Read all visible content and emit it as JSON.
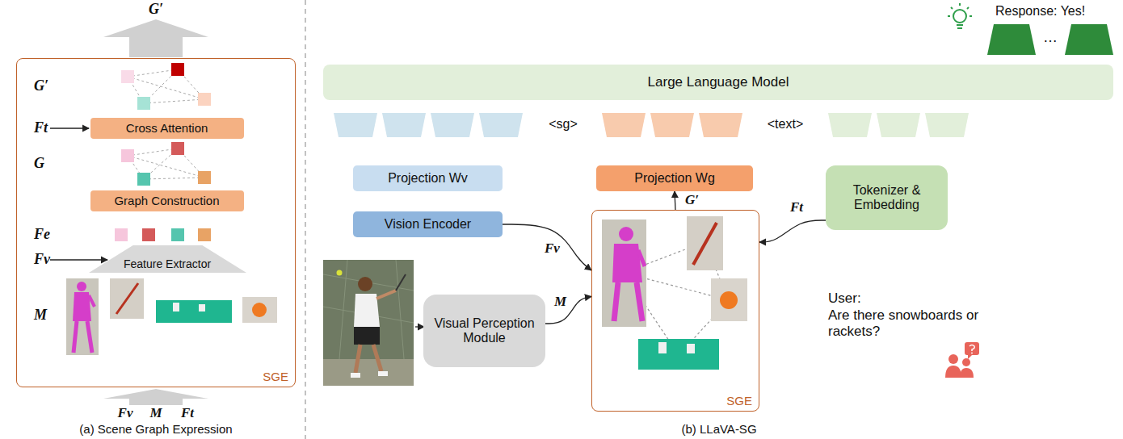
{
  "diagram": {
    "nodes": [
      {
        "text": [
          "SGE"
        ]
      },
      {
        "text": [
          "Cross Attention"
        ],
        "in": 0
      },
      {
        "text": [
          "Graph Construction"
        ],
        "in": 0
      },
      {
        "text": [
          "Feature Extractor"
        ],
        "in": 0
      },
      {
        "text": [
          "Large Language Model"
        ]
      },
      {
        "text": [
          "Projection Wv"
        ]
      },
      {
        "text": [
          "Vision Encoder"
        ]
      },
      {
        "text": [
          "Projection Wg"
        ]
      },
      {
        "text": [
          "Tokenizer & Embedding"
        ]
      },
      {
        "text": [
          "Visual Perception Module"
        ]
      },
      {
        "text": [
          "SGE"
        ]
      }
    ],
    "edges": [
      {
        "from": 6,
        "to": 10,
        "label": "Fv",
        "arrow": "to"
      },
      {
        "from": 9,
        "to": 10,
        "label": "M",
        "arrow": "to"
      },
      {
        "from": 8,
        "to": 10,
        "label": "Ft",
        "arrow": "to"
      },
      {
        "from": 10,
        "to": 7,
        "label": "G′",
        "arrow": "to"
      }
    ],
    "labels": [
      "G′",
      "G′",
      "Ft",
      "G",
      "Fe",
      "Fv",
      "M",
      "Fv",
      "M",
      "Ft",
      "(a) Scene Graph Expression",
      "<sg>",
      "<text>",
      "Response: Yes!",
      "…",
      "User:",
      "Are there snowboards or rackets?",
      "(b) LLaVA-SG"
    ]
  }
}
